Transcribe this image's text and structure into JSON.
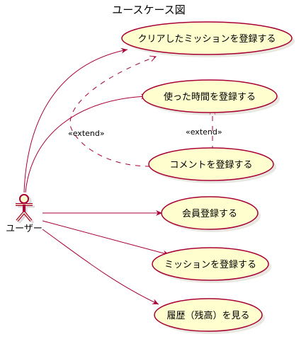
{
  "diagram": {
    "title": "ユースケース図",
    "actor": {
      "label": "ユーザー"
    },
    "use_cases": [
      {
        "id": "uc1",
        "label": "クリアしたミッションを登録する"
      },
      {
        "id": "uc2",
        "label": "使った時間を登録する"
      },
      {
        "id": "uc3",
        "label": "コメントを登録する"
      },
      {
        "id": "uc4",
        "label": "会員登録する"
      },
      {
        "id": "uc5",
        "label": "ミッションを登録する"
      },
      {
        "id": "uc6",
        "label": "履歴（残高）を見る"
      }
    ],
    "relations": [
      {
        "from": "actor",
        "to": "uc1",
        "type": "association"
      },
      {
        "from": "actor",
        "to": "uc2",
        "type": "association"
      },
      {
        "from": "actor",
        "to": "uc4",
        "type": "association"
      },
      {
        "from": "actor",
        "to": "uc5",
        "type": "association"
      },
      {
        "from": "actor",
        "to": "uc6",
        "type": "association"
      },
      {
        "from": "uc3",
        "to": "uc1",
        "type": "extend",
        "label": "«extend»"
      },
      {
        "from": "uc3",
        "to": "uc2",
        "type": "extend",
        "label": "«extend»"
      }
    ],
    "colors": {
      "border": "#A80036",
      "fill": "#FEFECE"
    }
  }
}
